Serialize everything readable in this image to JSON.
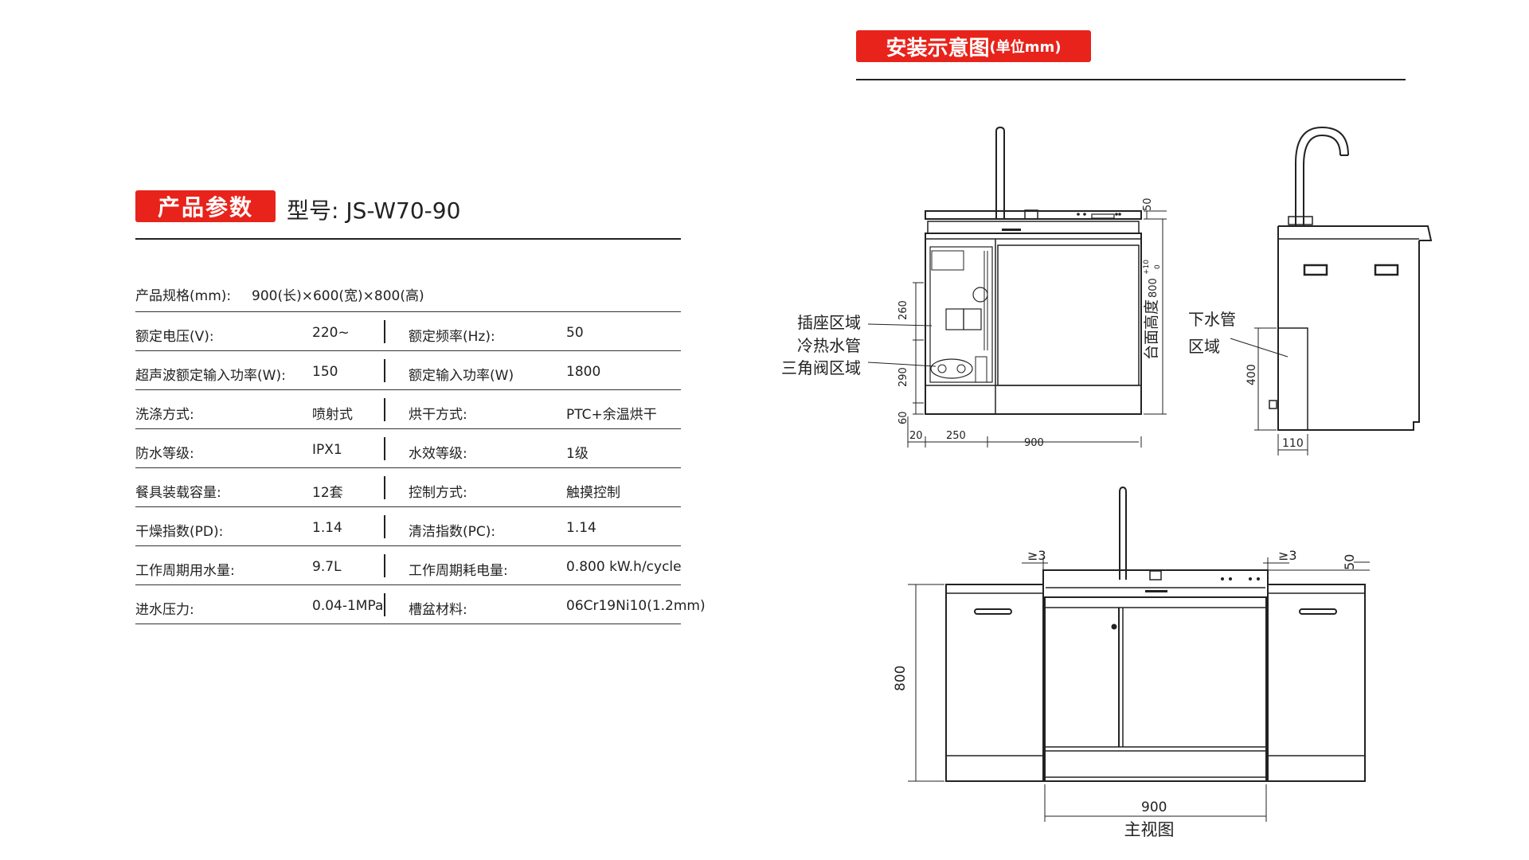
{
  "params": {
    "tag": "产品参数",
    "model": "型号: JS-W70-90",
    "spec_label": "产品规格(mm):",
    "spec_value": "900(长)×600(宽)×800(高)",
    "rows": [
      {
        "l1": "额定电压(V):",
        "v1": "220~",
        "l2": "额定频率(Hz):",
        "v2": "50"
      },
      {
        "l1": "超声波额定输入功率(W):",
        "v1": "150",
        "l2": "额定输入功率(W)",
        "v2": "1800"
      },
      {
        "l1": "洗涤方式:",
        "v1": "喷射式",
        "l2": "烘干方式:",
        "v2": "PTC+余温烘干"
      },
      {
        "l1": "防水等级:",
        "v1": "IPX1",
        "l2": "水效等级:",
        "v2": "1级"
      },
      {
        "l1": "餐具装载容量:",
        "v1": "12套",
        "l2": "控制方式:",
        "v2": "触摸控制"
      },
      {
        "l1": "干燥指数(PD):",
        "v1": "1.14",
        "l2": "清洁指数(PC):",
        "v2": "1.14"
      },
      {
        "l1": "工作周期用水量:",
        "v1": "9.7L",
        "l2": "工作周期耗电量:",
        "v2": "0.800 kW.h/cycle"
      },
      {
        "l1": "进水压力:",
        "v1": "0.04-1MPa",
        "l2": "槽盆材料:",
        "v2": "06Cr19Ni10(1.2mm)"
      }
    ]
  },
  "install": {
    "tag": "安装示意图",
    "unit": "(单位mm)",
    "side_labels": {
      "socket": "插座区域",
      "pipes": "冷热水管",
      "valve": "三角阀区域"
    },
    "drain_labels": {
      "line1": "下水管",
      "line2": "区域"
    },
    "front_caption": "主视图",
    "dims": {
      "d50a": "50",
      "d260": "260",
      "d290": "290",
      "d60": "60",
      "d20": "20",
      "d250": "250",
      "d900a": "900",
      "height_label": "台面高度",
      "height_value": "800",
      "tol_plus": "+10",
      "tol_zero": "0",
      "d400": "400",
      "d110": "110",
      "gap_left": "≥3",
      "gap_right": "≥3",
      "d50b": "50",
      "d800": "800",
      "d900b": "900"
    }
  }
}
